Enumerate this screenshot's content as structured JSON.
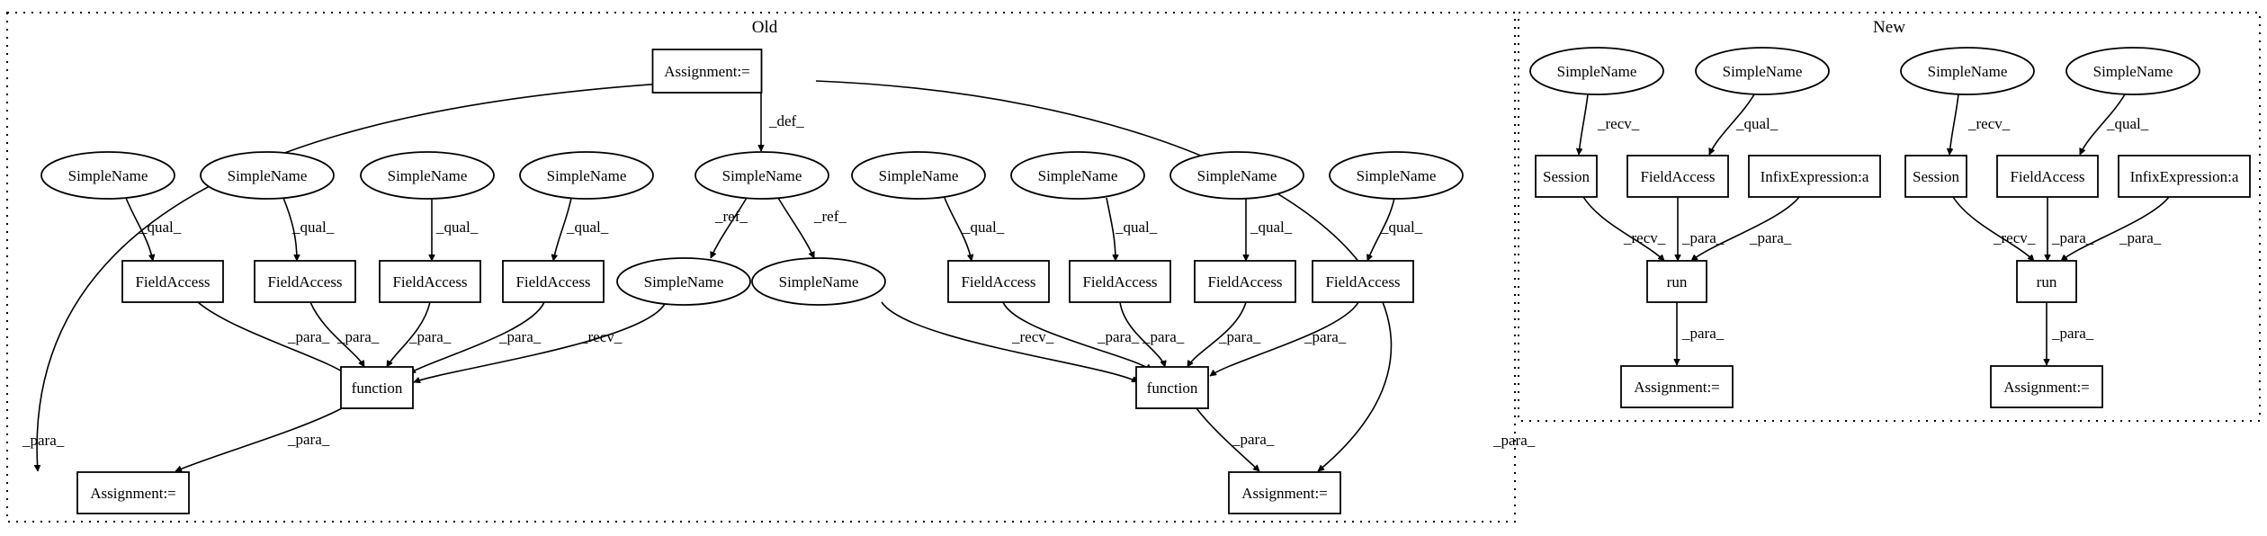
{
  "clusters": [
    {
      "id": "old",
      "label": "Old"
    },
    {
      "id": "new",
      "label": "New"
    }
  ],
  "nodes": [
    {
      "id": "o_assign_top",
      "label": "Assignment:=",
      "shape": "box"
    },
    {
      "id": "o_sn_def",
      "label": "SimpleName",
      "shape": "ellipse"
    },
    {
      "id": "o_sn_q1",
      "label": "SimpleName",
      "shape": "ellipse"
    },
    {
      "id": "o_sn_q2",
      "label": "SimpleName",
      "shape": "ellipse"
    },
    {
      "id": "o_sn_q3",
      "label": "SimpleName",
      "shape": "ellipse"
    },
    {
      "id": "o_sn_q4",
      "label": "SimpleName",
      "shape": "ellipse"
    },
    {
      "id": "o_sn_q5",
      "label": "SimpleName",
      "shape": "ellipse"
    },
    {
      "id": "o_sn_q6",
      "label": "SimpleName",
      "shape": "ellipse"
    },
    {
      "id": "o_sn_q7",
      "label": "SimpleName",
      "shape": "ellipse"
    },
    {
      "id": "o_sn_q8",
      "label": "SimpleName",
      "shape": "ellipse"
    },
    {
      "id": "o_fa1",
      "label": "FieldAccess",
      "shape": "box"
    },
    {
      "id": "o_fa2",
      "label": "FieldAccess",
      "shape": "box"
    },
    {
      "id": "o_fa3",
      "label": "FieldAccess",
      "shape": "box"
    },
    {
      "id": "o_fa4",
      "label": "FieldAccess",
      "shape": "box"
    },
    {
      "id": "o_fa5",
      "label": "FieldAccess",
      "shape": "box"
    },
    {
      "id": "o_fa6",
      "label": "FieldAccess",
      "shape": "box"
    },
    {
      "id": "o_fa7",
      "label": "FieldAccess",
      "shape": "box"
    },
    {
      "id": "o_fa8",
      "label": "FieldAccess",
      "shape": "box"
    },
    {
      "id": "o_sn_ref1",
      "label": "SimpleName",
      "shape": "ellipse"
    },
    {
      "id": "o_sn_ref2",
      "label": "SimpleName",
      "shape": "ellipse"
    },
    {
      "id": "o_func1",
      "label": "function",
      "shape": "box"
    },
    {
      "id": "o_func2",
      "label": "function",
      "shape": "box"
    },
    {
      "id": "o_assign_l",
      "label": "Assignment:=",
      "shape": "box"
    },
    {
      "id": "o_assign_r",
      "label": "Assignment:=",
      "shape": "box"
    },
    {
      "id": "n_sn1",
      "label": "SimpleName",
      "shape": "ellipse"
    },
    {
      "id": "n_sn2",
      "label": "SimpleName",
      "shape": "ellipse"
    },
    {
      "id": "n_sn3",
      "label": "SimpleName",
      "shape": "ellipse"
    },
    {
      "id": "n_sn4",
      "label": "SimpleName",
      "shape": "ellipse"
    },
    {
      "id": "n_sess1",
      "label": "Session",
      "shape": "box"
    },
    {
      "id": "n_fa1",
      "label": "FieldAccess",
      "shape": "box"
    },
    {
      "id": "n_infix1",
      "label": "InfixExpression:a",
      "shape": "box"
    },
    {
      "id": "n_sess2",
      "label": "Session",
      "shape": "box"
    },
    {
      "id": "n_fa2",
      "label": "FieldAccess",
      "shape": "box"
    },
    {
      "id": "n_infix2",
      "label": "InfixExpression:a",
      "shape": "box"
    },
    {
      "id": "n_run1",
      "label": "run",
      "shape": "box"
    },
    {
      "id": "n_run2",
      "label": "run",
      "shape": "box"
    },
    {
      "id": "n_assign1",
      "label": "Assignment:=",
      "shape": "box"
    },
    {
      "id": "n_assign2",
      "label": "Assignment:=",
      "shape": "box"
    }
  ],
  "edges": [
    {
      "from": "o_assign_top",
      "to": "o_sn_def",
      "label": "_def_"
    },
    {
      "from": "o_assign_top",
      "to": "o_assign_l",
      "label": "_para_"
    },
    {
      "from": "o_assign_top",
      "to": "o_assign_r",
      "label": "_para_"
    },
    {
      "from": "o_sn_def",
      "to": "o_sn_ref1",
      "label": "_ref_"
    },
    {
      "from": "o_sn_def",
      "to": "o_sn_ref2",
      "label": "_ref_"
    },
    {
      "from": "o_sn_q1",
      "to": "o_fa1",
      "label": "_qual_"
    },
    {
      "from": "o_sn_q2",
      "to": "o_fa2",
      "label": "_qual_"
    },
    {
      "from": "o_sn_q3",
      "to": "o_fa3",
      "label": "_qual_"
    },
    {
      "from": "o_sn_q4",
      "to": "o_fa4",
      "label": "_qual_"
    },
    {
      "from": "o_sn_q5",
      "to": "o_fa5",
      "label": "_qual_"
    },
    {
      "from": "o_sn_q6",
      "to": "o_fa6",
      "label": "_qual_"
    },
    {
      "from": "o_sn_q7",
      "to": "o_fa7",
      "label": "_qual_"
    },
    {
      "from": "o_sn_q8",
      "to": "o_fa8",
      "label": "_qual_"
    },
    {
      "from": "o_fa1",
      "to": "o_func1",
      "label": "_para_"
    },
    {
      "from": "o_fa2",
      "to": "o_func1",
      "label": "_para_"
    },
    {
      "from": "o_fa3",
      "to": "o_func1",
      "label": "_para_"
    },
    {
      "from": "o_fa4",
      "to": "o_func1",
      "label": "_para_"
    },
    {
      "from": "o_sn_ref1",
      "to": "o_func1",
      "label": "_recv_"
    },
    {
      "from": "o_sn_ref2",
      "to": "o_func2",
      "label": "_recv_"
    },
    {
      "from": "o_fa5",
      "to": "o_func2",
      "label": "_para_"
    },
    {
      "from": "o_fa6",
      "to": "o_func2",
      "label": "_para_"
    },
    {
      "from": "o_fa7",
      "to": "o_func2",
      "label": "_para_"
    },
    {
      "from": "o_fa8",
      "to": "o_func2",
      "label": "_para_"
    },
    {
      "from": "o_func1",
      "to": "o_assign_l",
      "label": "_para_"
    },
    {
      "from": "o_func2",
      "to": "o_assign_r",
      "label": "_para_"
    },
    {
      "from": "n_sn1",
      "to": "n_sess1",
      "label": "_recv_"
    },
    {
      "from": "n_sn2",
      "to": "n_fa1",
      "label": "_qual_"
    },
    {
      "from": "n_sn3",
      "to": "n_sess2",
      "label": "_recv_"
    },
    {
      "from": "n_sn4",
      "to": "n_fa2",
      "label": "_qual_"
    },
    {
      "from": "n_sess1",
      "to": "n_run1",
      "label": "_recv_"
    },
    {
      "from": "n_fa1",
      "to": "n_run1",
      "label": "_para_"
    },
    {
      "from": "n_infix1",
      "to": "n_run1",
      "label": "_para_"
    },
    {
      "from": "n_sess2",
      "to": "n_run2",
      "label": "_recv_"
    },
    {
      "from": "n_fa2",
      "to": "n_run2",
      "label": "_para_"
    },
    {
      "from": "n_infix2",
      "to": "n_run2",
      "label": "_para_"
    },
    {
      "from": "n_run1",
      "to": "n_assign1",
      "label": "_para_"
    },
    {
      "from": "n_run2",
      "to": "n_assign2",
      "label": "_para_"
    }
  ]
}
